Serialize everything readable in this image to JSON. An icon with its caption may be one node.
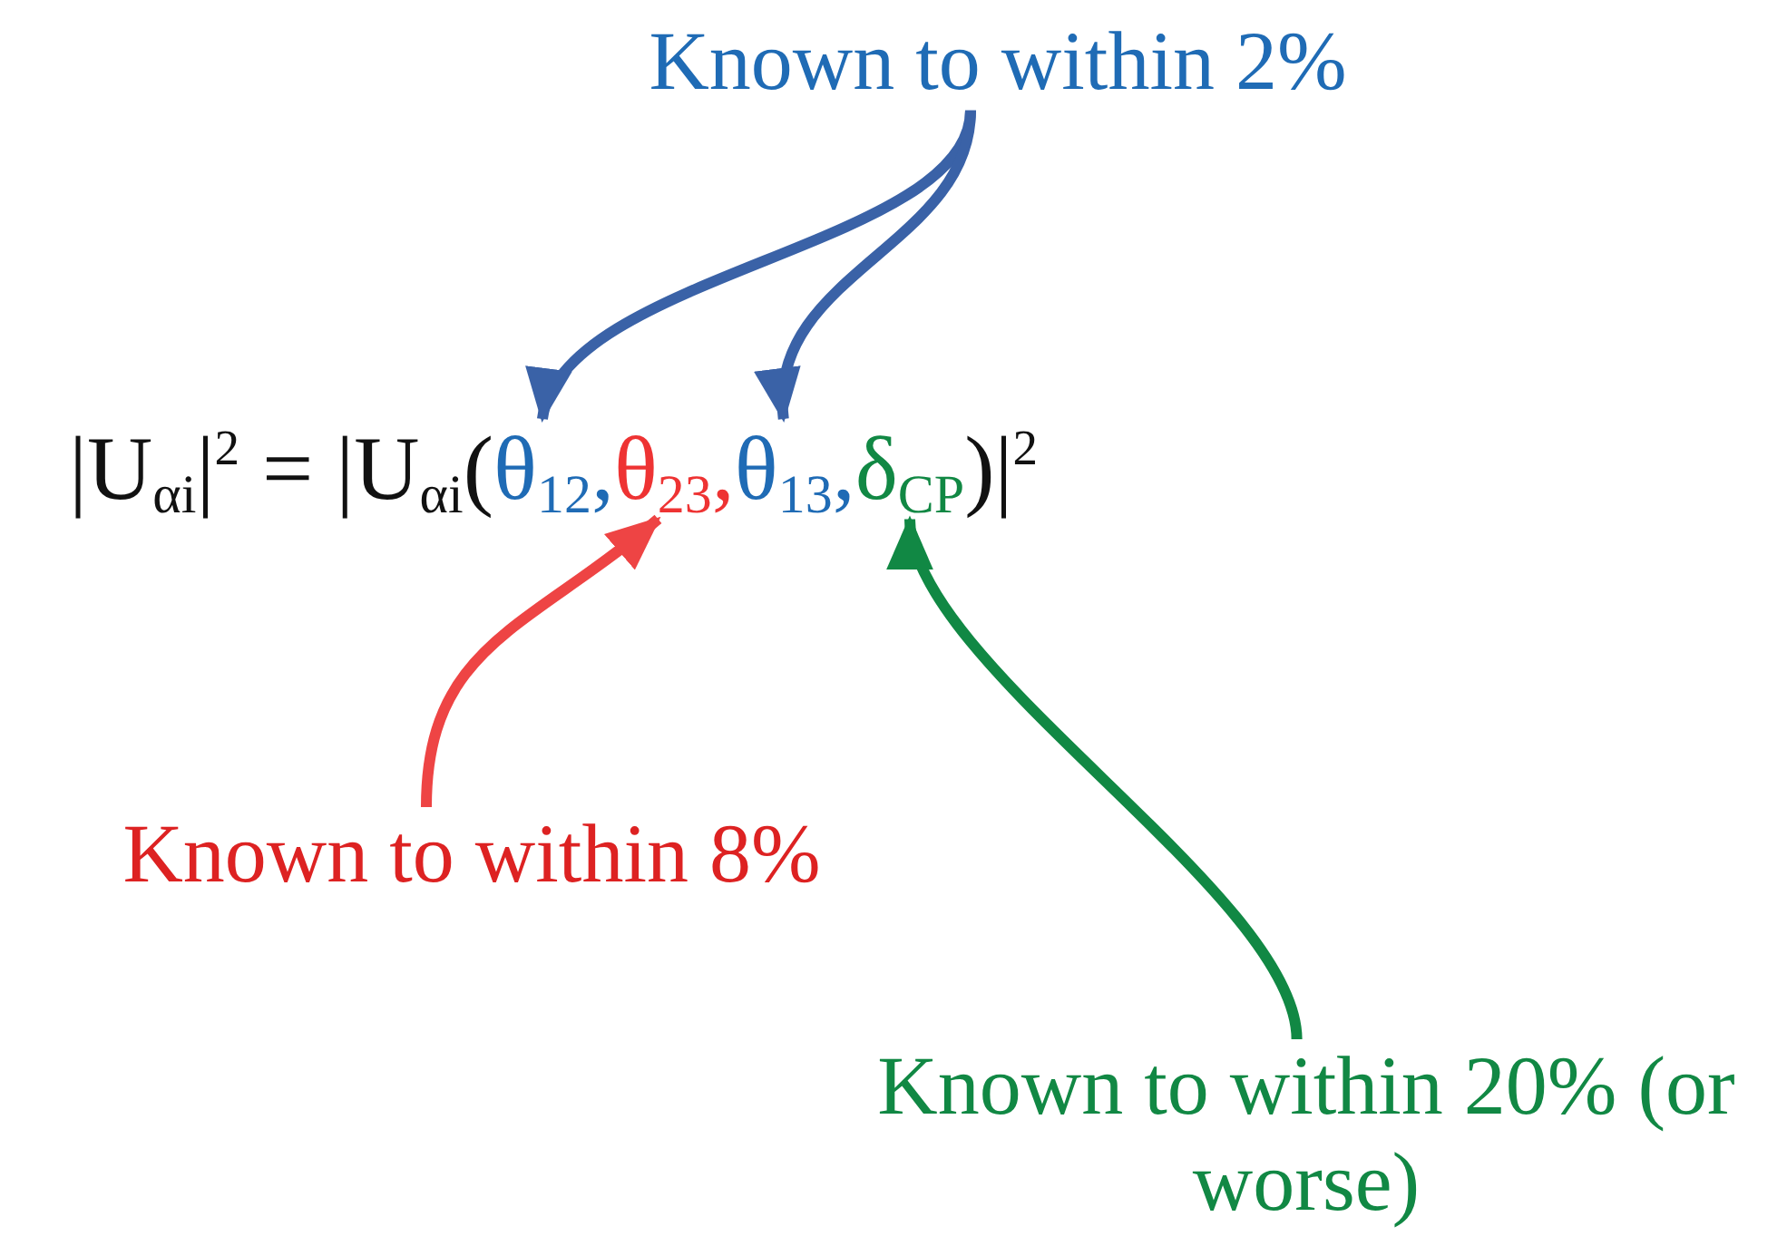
{
  "diagram": {
    "nodes": [
      {
        "text": [
          "Known to within 2%"
        ]
      },
      {
        "text": [
          "θ$_{12}$"
        ]
      },
      {
        "text": [
          "θ$_{23}$"
        ]
      },
      {
        "text": [
          "θ$_{13}$"
        ]
      },
      {
        "text": [
          "δ$_{CP}$"
        ]
      },
      {
        "text": [
          "Known to within 8%"
        ]
      },
      {
        "text": [
          "Known to within 20% (or worse)"
        ]
      }
    ],
    "edges": [
      {
        "from": 0,
        "to": 1,
        "arrow": "to"
      },
      {
        "from": 0,
        "to": 3,
        "arrow": "to"
      },
      {
        "from": 5,
        "to": 2,
        "arrow": "to",
        "color": "#ee4444"
      },
      {
        "from": 6,
        "to": 4,
        "arrow": "to",
        "color": "#118844"
      }
    ],
    "labels": [
      "|U$_{αi}$|$^{2}$ = |U$_{αi}$(",
      ",",
      ",",
      ",",
      ")|$^{2}$"
    ]
  }
}
